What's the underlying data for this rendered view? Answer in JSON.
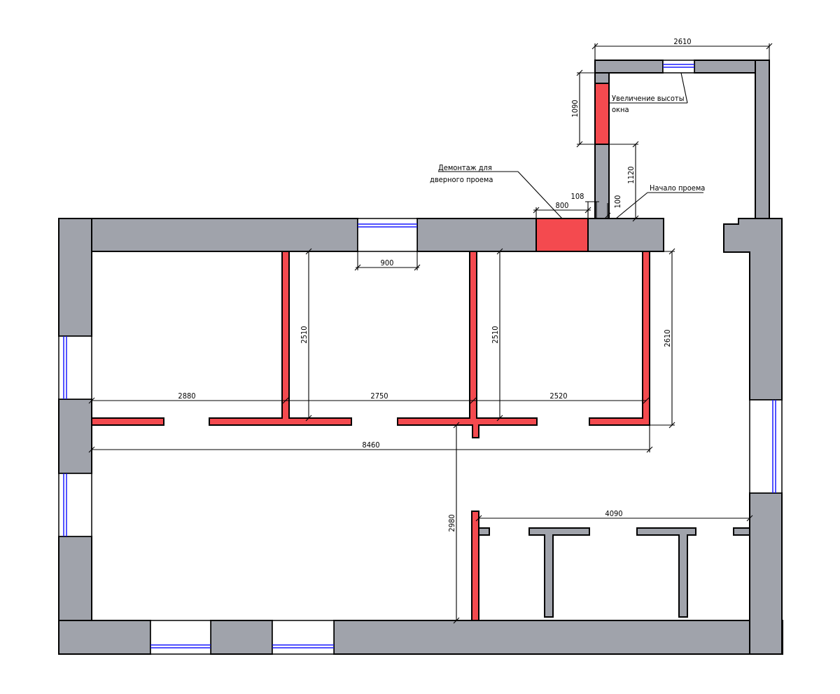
{
  "colors": {
    "existing_wall": "#a0a3ab",
    "new_or_demolished": "#f44a4f",
    "window_glass_line": "#1a1aff",
    "line": "#000000"
  },
  "dimensions": {
    "top_width": "2610",
    "window_height_left": "1090",
    "opening_height": "1120",
    "gap_108": "108",
    "gap_100": "100",
    "door_width": "800",
    "window_width": "900",
    "partition_height_1": "2510",
    "partition_height_2": "2510",
    "partition_height_3": "2610",
    "room_width_1": "2880",
    "room_width_2": "2750",
    "room_width_3": "2520",
    "total_width": "8460",
    "lower_height": "2980",
    "lower_width": "4090"
  },
  "notes": {
    "window_raise_line1": "Увеличение высоты",
    "window_raise_line2": "окна",
    "door_demolition_line1": "Демонтаж для",
    "door_demolition_line2": "дверного проема",
    "opening_start": "Начало проема"
  }
}
